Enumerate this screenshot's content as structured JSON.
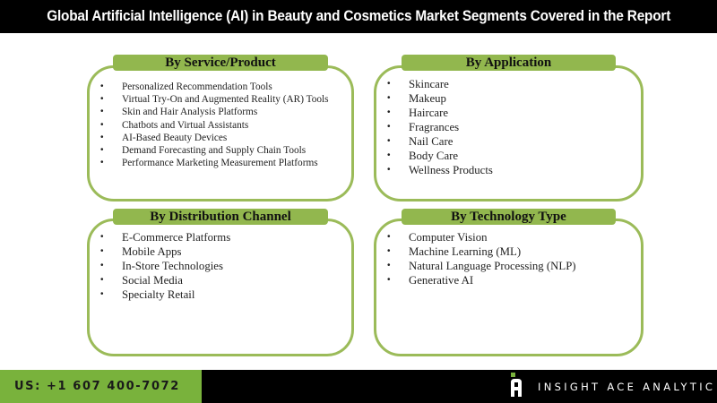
{
  "header": {
    "title": "Global Artificial Intelligence (AI) in Beauty and Cosmetics Market Segments Covered in the Report"
  },
  "segments": [
    {
      "title": "By Service/Product",
      "items": [
        "Personalized Recommendation Tools",
        "Virtual Try-On and Augmented Reality (AR) Tools",
        "Skin and Hair Analysis Platforms",
        "Chatbots and Virtual Assistants",
        "AI-Based Beauty Devices",
        "Demand Forecasting and Supply Chain Tools",
        "Performance Marketing Measurement Platforms"
      ]
    },
    {
      "title": "By Application",
      "items": [
        "Skincare",
        "Makeup",
        "Haircare",
        "Fragrances",
        "Nail Care",
        "Body Care",
        "Wellness Products"
      ]
    },
    {
      "title": "By Distribution Channel",
      "items": [
        "E-Commerce Platforms",
        "Mobile Apps",
        "In-Store Technologies",
        "Social Media",
        "Specialty Retail"
      ]
    },
    {
      "title": "By Technology Type",
      "items": [
        "Computer Vision",
        "Machine Learning (ML)",
        "Natural Language Processing (NLP)",
        "Generative AI"
      ]
    }
  ],
  "bullet": "•",
  "footer": {
    "phone": "US: +1 607 400-7072",
    "brand": "INSIGHT ACE ANALYTIC",
    "logo_icon": "insight-ace-logo"
  },
  "colors": {
    "panel_border": "#9bbb59",
    "header_fill": "#92b74e",
    "footer_green": "#79b23c",
    "title_bg": "#000000"
  }
}
